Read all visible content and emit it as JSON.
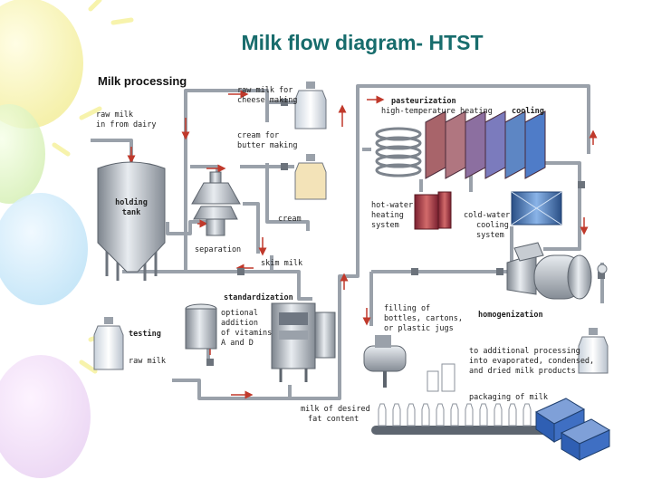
{
  "slide_title": "Milk flow diagram- HTST",
  "diagram": {
    "header": "Milk processing",
    "labels": {
      "raw_milk_in": [
        "raw milk",
        "in from dairy"
      ],
      "raw_milk_cheese": [
        "raw milk for",
        "cheese making"
      ],
      "cream_butter": [
        "cream for",
        "butter making"
      ],
      "holding_tank": [
        "holding",
        "tank"
      ],
      "cream": "cream",
      "separation": "separation",
      "skim_milk": "skim milk",
      "standardization": "standardization",
      "optional_vitamins": [
        "optional",
        "addition",
        "of vitamins",
        "A and D"
      ],
      "testing": "testing",
      "raw_milk": "raw milk",
      "pasteurization": "pasteurization",
      "high_temp_heating": "high-temperature heating",
      "cooling": "cooling",
      "hot_water": [
        "hot-water",
        "heating",
        "system"
      ],
      "cold_water": [
        "cold-water",
        "cooling",
        "system"
      ],
      "filling": [
        "filling of",
        "bottles, cartons,",
        "or plastic jugs"
      ],
      "homogenization": "homogenization",
      "additional_processing": [
        "to additional processing",
        "into evaporated, condensed,",
        "and dried milk products"
      ],
      "packaging": "packaging of milk",
      "milk_desired_fat": [
        "milk of desired",
        "fat content"
      ]
    },
    "colors": {
      "title": "#176c6c",
      "pipe": "#8a9099",
      "flow_arrow": "#c0392b",
      "hot": "#b23a3a",
      "cold": "#3a6fb2",
      "crate": "#2f5fb3"
    }
  }
}
